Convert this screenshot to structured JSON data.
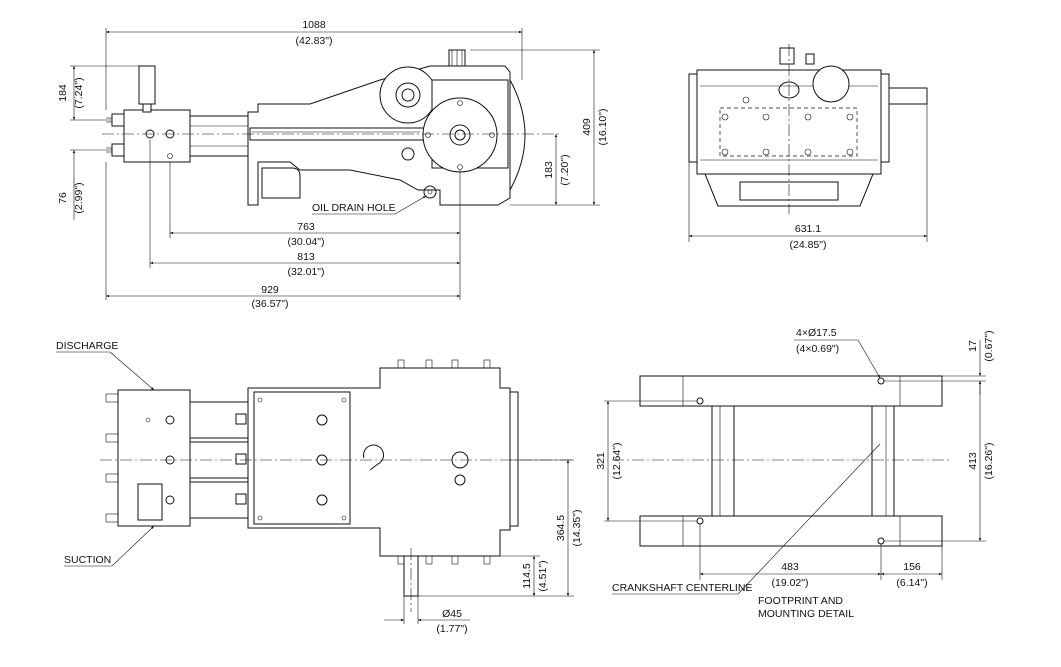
{
  "dimensions": {
    "overall_length": {
      "mm": "1088",
      "in": "(42.83\")"
    },
    "height_184": {
      "mm": "184",
      "in": "(7.24\")"
    },
    "height_76": {
      "mm": "76",
      "in": "(2.99\")"
    },
    "dim_763": {
      "mm": "763",
      "in": "(30.04\")"
    },
    "dim_813": {
      "mm": "813",
      "in": "(32.01\")"
    },
    "dim_929": {
      "mm": "929",
      "in": "(36.57\")"
    },
    "dim_183": {
      "mm": "183",
      "in": "(7.20\")"
    },
    "dim_409": {
      "mm": "409",
      "in": "(16.10\")"
    },
    "width_631": {
      "mm": "631.1",
      "in": "(24.85\")"
    },
    "dim_364": {
      "mm": "364.5",
      "in": "(14.35\")"
    },
    "dim_114": {
      "mm": "114.5",
      "in": "(4.51\")"
    },
    "shaft_dia": {
      "mm": "Ø45",
      "in": "(1.77\")"
    },
    "hole_spec": {
      "mm": "4×Ø17.5",
      "in": "(4×0.69\")"
    },
    "dim_17": {
      "mm": "17",
      "in": "(0.67\")"
    },
    "dim_321": {
      "mm": "321",
      "in": "(12.64\")"
    },
    "dim_413": {
      "mm": "413",
      "in": "(16.26\")"
    },
    "dim_483": {
      "mm": "483",
      "in": "(19.02\")"
    },
    "dim_156": {
      "mm": "156",
      "in": "(6.14\")"
    }
  },
  "labels": {
    "oil_drain": "OIL DRAIN HOLE",
    "discharge": "DISCHARGE",
    "suction": "SUCTION",
    "crankshaft": "CRANKSHAFT CENTERLINE",
    "footprint_1": "FOOTPRINT AND",
    "footprint_2": "MOUNTING DETAIL"
  }
}
